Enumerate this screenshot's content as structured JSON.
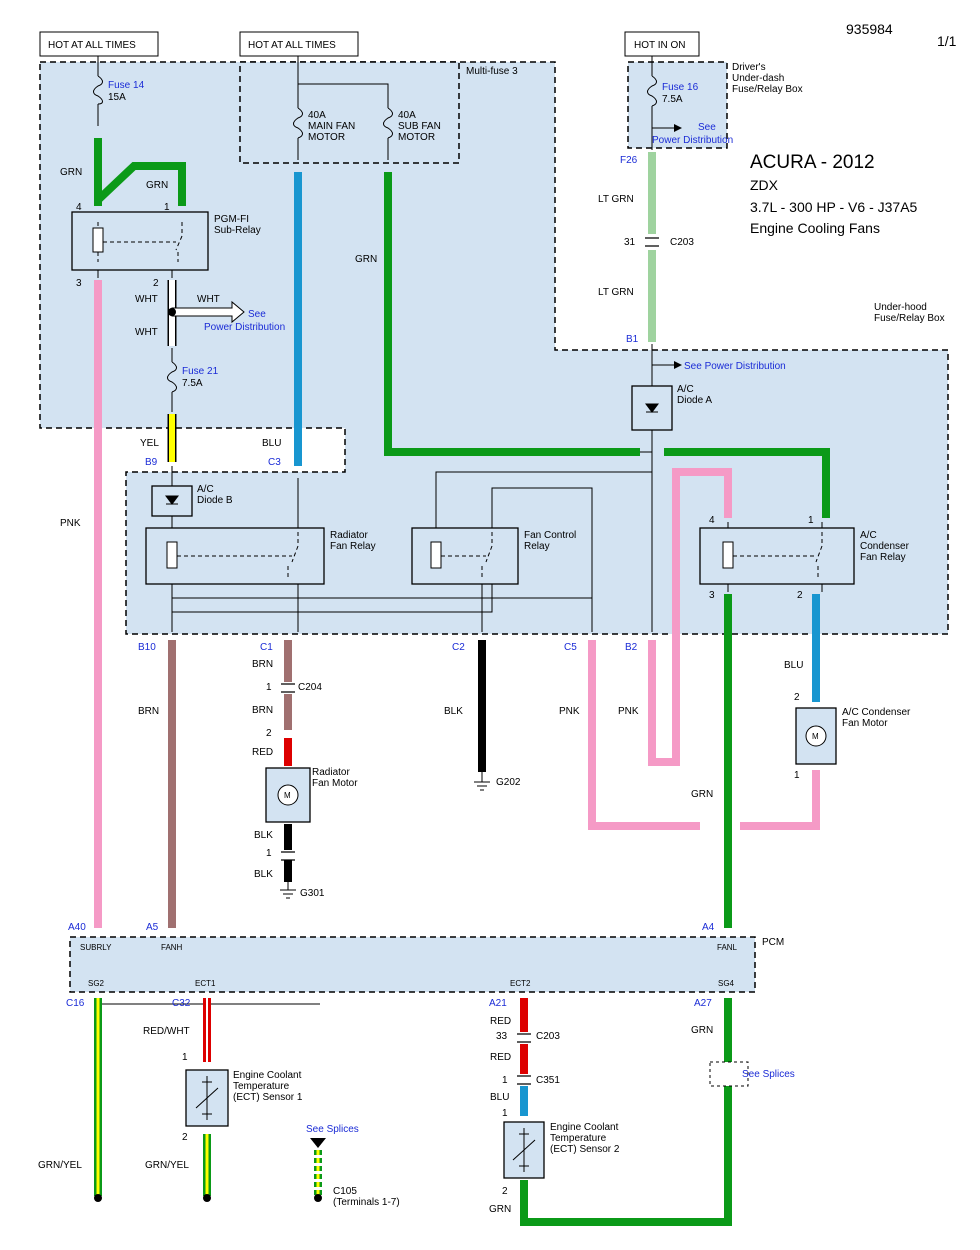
{
  "header": {
    "doc_id": "935984",
    "page": "1/1"
  },
  "title": {
    "make_year": "ACURA - 2012",
    "model": "ZDX",
    "engine": "3.7L -  300 HP - V6 - J37A5",
    "system": "Engine Cooling Fans"
  },
  "power_labels": {
    "hot1": "HOT AT ALL TIMES",
    "hot2": "HOT AT ALL TIMES",
    "hot_on": "HOT IN ON"
  },
  "boxes": {
    "multifuse": "Multi-fuse 3",
    "drivers_box": [
      "Driver's",
      "Under-dash",
      "Fuse/Relay Box"
    ],
    "underhood_box": [
      "Under-hood",
      "Fuse/Relay Box"
    ],
    "pcm": "PCM"
  },
  "fuses": {
    "f14": {
      "name": "Fuse 14",
      "rating": "15A"
    },
    "f16": {
      "name": "Fuse 16",
      "rating": "7.5A"
    },
    "f21": {
      "name": "Fuse 21",
      "rating": "7.5A"
    },
    "main": {
      "rating": "40A",
      "l1": "MAIN FAN",
      "l2": "MOTOR"
    },
    "sub": {
      "rating": "40A",
      "l1": "SUB FAN",
      "l2": "MOTOR"
    }
  },
  "components": {
    "pgmfi": [
      "PGM-FI",
      "Sub-Relay"
    ],
    "diode_a": [
      "A/C",
      "Diode A"
    ],
    "diode_b": [
      "A/C",
      "Diode B"
    ],
    "rad_relay": [
      "Radiator",
      "Fan Relay"
    ],
    "fan_ctrl": [
      "Fan Control",
      "Relay"
    ],
    "ac_relay": [
      "A/C",
      "Condenser",
      "Fan Relay"
    ],
    "rad_motor": [
      "Radiator",
      "Fan Motor"
    ],
    "ac_motor": [
      "A/C Condenser",
      "Fan Motor"
    ],
    "ect1": [
      "Engine Coolant",
      "Temperature",
      "(ECT) Sensor 1"
    ],
    "ect2": [
      "Engine Coolant",
      "Temperature",
      "(ECT) Sensor 2"
    ],
    "motor_symbol": "M"
  },
  "see": {
    "pd1": "See",
    "pd1b": "Power Distribution",
    "pd2": "See",
    "pd2b": "Power Distribution",
    "pd3": "See Power Distribution",
    "splices1": "See Splices",
    "splices2": "See Splices"
  },
  "wire_colors": {
    "GRN": "#0b9a18",
    "LTGRN": "#9fd39f",
    "PNK": "#f59ac6",
    "BLU": "#1896d0",
    "YEL": "#ffff00",
    "BRN": "#a07070",
    "RED": "#dd0000",
    "BLK": "#000000",
    "WHT": "#ffffff"
  },
  "wire_labels": {
    "grn_a": "GRN",
    "grn_b": "GRN",
    "grn_c": "GRN",
    "grn_d": "GRN",
    "grn_e": "GRN",
    "grn_f": "GRN",
    "ltgrn_a": "LT GRN",
    "ltgrn_b": "LT GRN",
    "wht_a": "WHT",
    "wht_b": "WHT",
    "wht_c": "WHT",
    "yel": "YEL",
    "blu_a": "BLU",
    "blu_b": "BLU",
    "blu_c": "BLU",
    "pnk_a": "PNK",
    "pnk_b": "PNK",
    "pnk_c": "PNK",
    "brn_a": "BRN",
    "brn_b": "BRN",
    "brn_c": "BRN",
    "red_a": "RED",
    "red_b": "RED",
    "red_c": "RED",
    "blk_a": "BLK",
    "blk_b": "BLK",
    "blk_c": "BLK",
    "redwht": "RED/WHT",
    "grnyel_a": "GRN/YEL",
    "grnyel_b": "GRN/YEL"
  },
  "connectors": {
    "F26": "F26",
    "B1": "B1",
    "B9": "B9",
    "C3": "C3",
    "B10": "B10",
    "C1": "C1",
    "C2": "C2",
    "C5": "C5",
    "B2": "B2",
    "A40": "A40",
    "A5": "A5",
    "A4": "A4",
    "C16": "C16",
    "C32": "C32",
    "A21": "A21",
    "A27": "A27",
    "C203a": "C203",
    "C203b": "C203",
    "C204": "C204",
    "C351": "C351",
    "G202": "G202",
    "G301": "G301",
    "C105": "C105",
    "C105b": "(Terminals 1-7)"
  },
  "pins": {
    "p4a": "4",
    "p1a": "1",
    "p3a": "3",
    "p2a": "2",
    "p31": "31",
    "p4b": "4",
    "p1b": "1",
    "p3b": "3",
    "p2b": "2",
    "p2m": "2",
    "p1m": "1",
    "p1c": "1",
    "p2c": "2",
    "p2d": "2",
    "p1e": "1",
    "p1f": "1",
    "p2f": "2",
    "p33": "33",
    "p1g": "1",
    "p1h": "1",
    "p2h": "2"
  },
  "pcm_pins": {
    "subrly": "SUBRLY",
    "fanh": "FANH",
    "fanl": "FANL",
    "sg2": "SG2",
    "ect1": "ECT1",
    "ect2": "ECT2",
    "sg4": "SG4"
  }
}
